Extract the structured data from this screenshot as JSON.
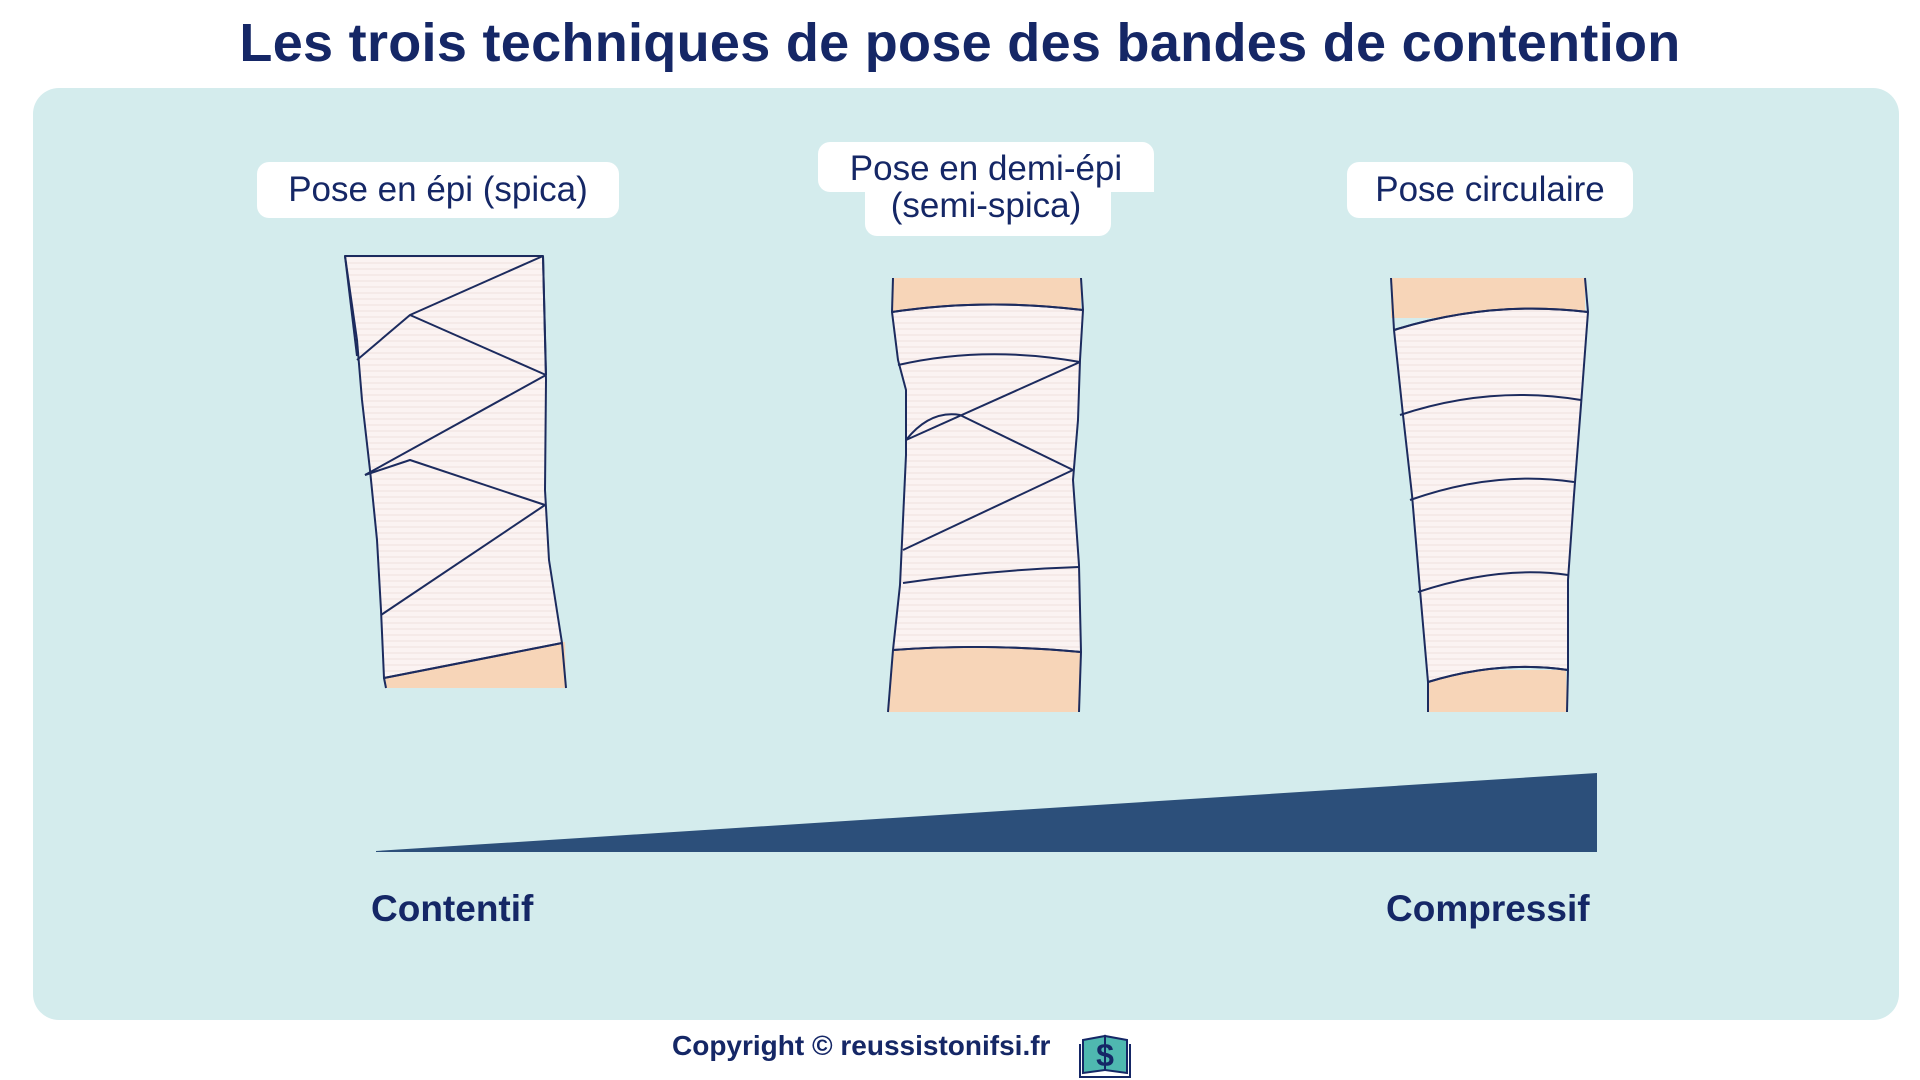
{
  "title": "Les trois techniques de pose des bandes de contention",
  "techniques": {
    "epi": "Pose en épi (spica)",
    "demi_epi_line1": "Pose en demi-épi",
    "demi_epi_line2": "(semi-spica)",
    "circulaire": "Pose circulaire"
  },
  "scale": {
    "left_label": "Contentif",
    "right_label": "Compressif"
  },
  "footer": {
    "copyright": "Copyright © reussistonifsi.fr",
    "logo_icon": "book-dollar-icon"
  },
  "colors": {
    "title": "#152766",
    "panel": "#d4eced",
    "skin": "#f7d5b8",
    "bandage": "#fbf3f2",
    "outline": "#1c2b5e",
    "wedge": "#2c4f7a"
  }
}
